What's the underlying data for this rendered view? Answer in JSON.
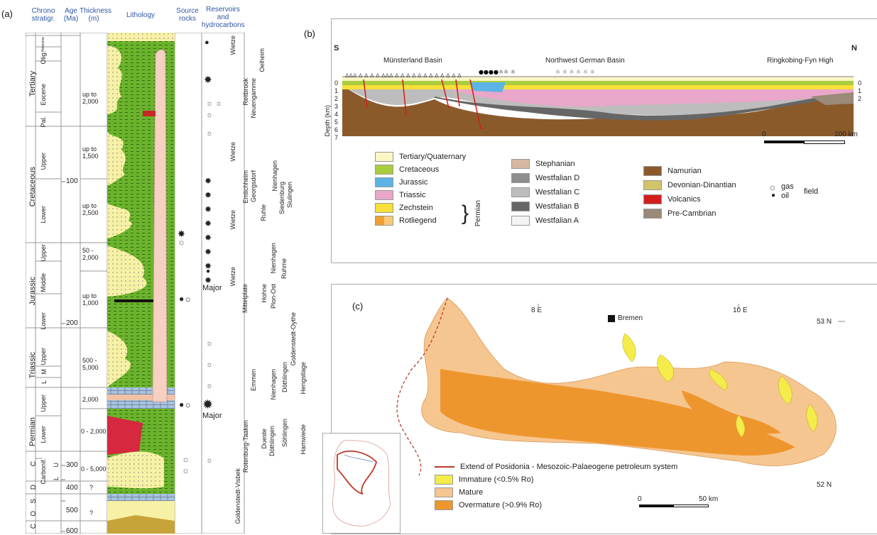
{
  "panels": {
    "a": "(a)",
    "b": "(b)",
    "c": "(c)"
  },
  "column_headers": {
    "chrono": [
      "Chrono",
      "stratigr."
    ],
    "age": [
      "Age",
      "(Ma)"
    ],
    "thickness": [
      "Thickness",
      "(m)"
    ],
    "lithology": "Lithology",
    "source": [
      "Source",
      "rocks"
    ],
    "reservoirs": [
      "Reservoirs",
      "and",
      "hydrocarbons"
    ]
  },
  "periods": [
    "Tertiary",
    "Cretaceous",
    "Jurassic",
    "Triassic",
    "Permian",
    "C",
    "D",
    "S",
    "O",
    "C"
  ],
  "subdivisions": [
    "Holocene",
    "Olig.",
    "Eocene",
    "Pal.",
    "Upper",
    "Lower",
    "Upper",
    "Middle",
    "Lower",
    "Upper",
    "M",
    "L",
    "Upper",
    "Lower",
    "Carbonif.",
    "U",
    "L"
  ],
  "ages": [
    "100",
    "200",
    "300",
    "400",
    "500",
    "600"
  ],
  "thickness": [
    "up to\n2,000",
    "up to\n1,500",
    "up to\n2,500",
    "50 -\n2,000",
    "up to\n1,000",
    "500 -\n5,000",
    "2,000",
    "0 - 2,000",
    "0 - 5,000",
    "?",
    "?"
  ],
  "major_labels": [
    "Major",
    "Major"
  ],
  "fields": [
    "Wietze",
    "Oelheim",
    "Reitbrook",
    "Neuengamme",
    "Wietze",
    "Emlichheim",
    "Georgsdorf",
    "Nienhagen",
    "Ruhle",
    "Wietze",
    "Siedenburg",
    "Siulingen",
    "Nienhagen",
    "Wietze",
    "Ruhme",
    "Mittelplate",
    "Hohne",
    "Plon-Ost",
    "Goldenstedt-Oythe",
    "Emmen",
    "Nienhagen",
    "Döthlingen",
    "Hengstlage",
    "Rotenburg-Taaken",
    "Dueste",
    "Döthlingen",
    "Söhlingen",
    "Hamwiede",
    "Goldenstedt-Visbek"
  ],
  "section": {
    "S": "S",
    "N": "N",
    "basin1": "Münsterland Basin",
    "basin2": "Northwest German Basin",
    "high": "Ringkobing-Fyn High",
    "depth_label": "Depth (km)",
    "depth_ticks": [
      "0",
      "1",
      "2",
      "3",
      "4",
      "5",
      "6",
      "7"
    ],
    "right_ticks": [
      "0",
      "1",
      "2"
    ],
    "scale": [
      "0",
      "100 km"
    ]
  },
  "legend_b": {
    "col1": [
      {
        "label": "Tertiary/Quaternary",
        "color": "#fbf6c6"
      },
      {
        "label": "Cretaceous",
        "color": "#a9cd3c"
      },
      {
        "label": "Jurassic",
        "color": "#5cb4e6"
      },
      {
        "label": "Triassic",
        "color": "#e9a7c9"
      },
      {
        "label": "Zechstein",
        "color": "#f7e03a"
      },
      {
        "label": "Rotliegend",
        "color": "#f0a030"
      }
    ],
    "permian": "Permian",
    "col2": [
      {
        "label": "Stephanian",
        "color": "#d6b8a0"
      },
      {
        "label": "Westfalian D",
        "color": "#8e8e8e"
      },
      {
        "label": "Westfalian C",
        "color": "#bdbdbd"
      },
      {
        "label": "Westfalian B",
        "color": "#666666"
      },
      {
        "label": "Westfalian A",
        "color": "#f4f4f4"
      }
    ],
    "col3": [
      {
        "label": "Namurian",
        "color": "#8b5a2b"
      },
      {
        "label": "Devonian-Dinantian",
        "color": "#d2c46a"
      },
      {
        "label": "Volcanics",
        "color": "#d41c1c"
      },
      {
        "label": "Pre-Cambrian",
        "color": "#9a8a78"
      }
    ],
    "gas": "gas",
    "oil": "oil",
    "field": "field"
  },
  "map": {
    "lon1": "8 E",
    "lon2": "10 E",
    "lat1": "53 N",
    "lat2": "52 N",
    "city": "Bremen",
    "scale": [
      "0",
      "50 km"
    ],
    "legend": [
      {
        "label": "Extend of Posidonia - Mesozoic-Palaeogene petroleum system",
        "color": "#c0392b"
      },
      {
        "label": "Immature (<0.5% Ro)",
        "color": "#f3ec4a"
      },
      {
        "label": "Mature",
        "color": "#f6c690"
      },
      {
        "label": "Overmature (>0.9% Ro)",
        "color": "#ee962e"
      }
    ]
  }
}
